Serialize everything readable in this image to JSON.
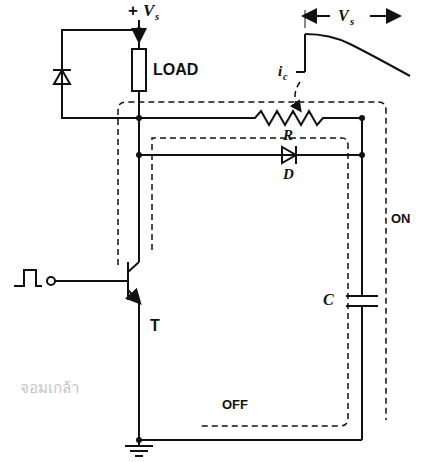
{
  "diagram": {
    "nodes": [
      {
        "text": [
          "LOAD"
        ]
      }
    ],
    "labels": [
      "+",
      "V",
      "s",
      "R",
      "D",
      "ON",
      "C",
      "OFF",
      "T",
      "i",
      "c",
      "V",
      "s",
      "จอมเกล้า"
    ]
  }
}
